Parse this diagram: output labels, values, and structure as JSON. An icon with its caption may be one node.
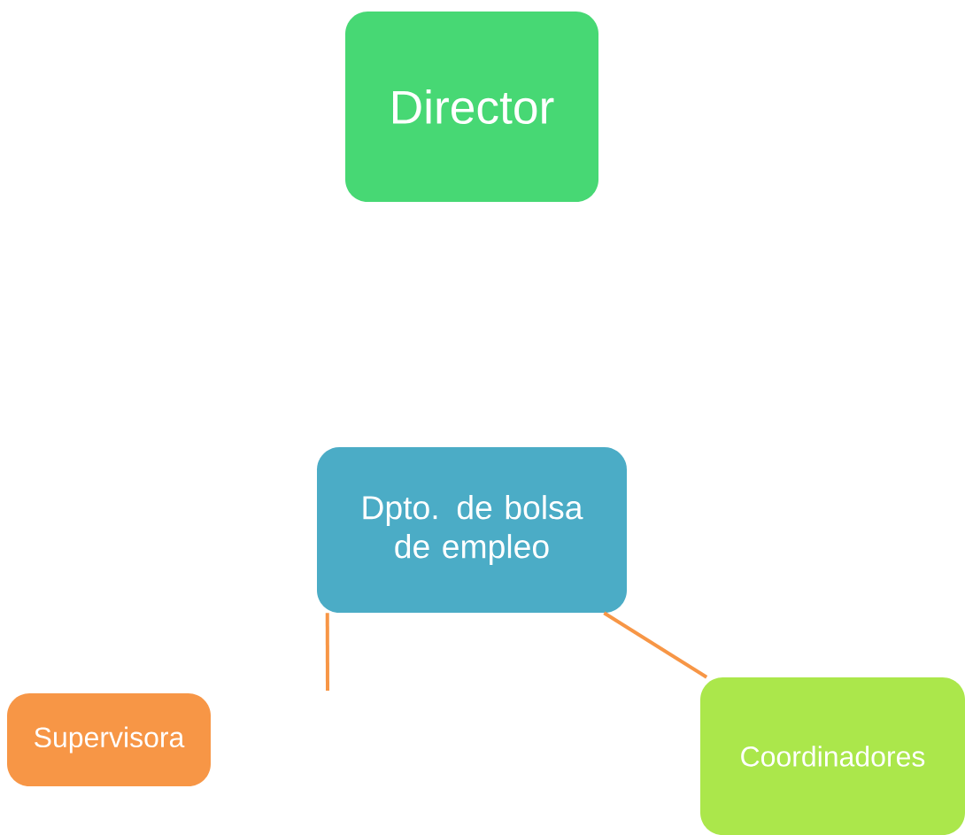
{
  "diagram": {
    "nodes": [
      {
        "text": [
          "Director"
        ]
      },
      {
        "text": [
          "Dpto. de bolsa de empleo"
        ]
      },
      {
        "text": [
          "Supervisora"
        ]
      },
      {
        "text": [
          "Coordinadores"
        ]
      }
    ],
    "edges": [
      {
        "from": 1,
        "to": 3,
        "arrow": "none"
      },
      {
        "from": 1,
        "to": null,
        "arrow": "none"
      }
    ]
  }
}
